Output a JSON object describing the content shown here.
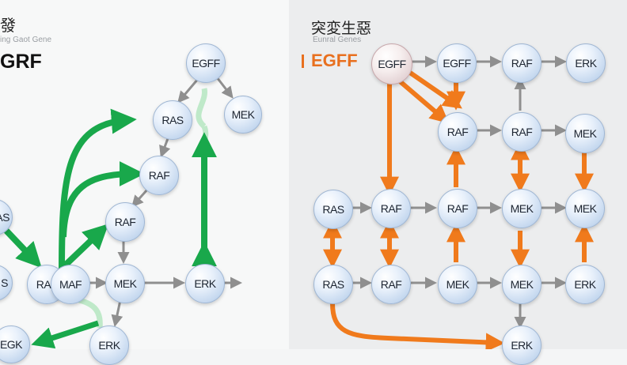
{
  "left": {
    "heading": "發",
    "subtitle": "ing Gaot Gene",
    "title": "GRF",
    "nodes": {
      "egff": "EGFF",
      "ras_top": "RAS",
      "mek_top": "MEK",
      "raf_1": "RAF",
      "raf_2": "RAF",
      "ras_edge": "RAS",
      "s_edge": "S",
      "raf_main": "RAF",
      "maf": "MAF",
      "mek_mid": "MEK",
      "erk_mid": "ERK",
      "egk": "EGK",
      "erk_bottom": "ERK"
    },
    "colors": {
      "green": "#19a84b",
      "light_green": "#bfe9c9",
      "gray": "#8f8f8f"
    }
  },
  "right": {
    "heading": "突変生惡",
    "subtitle": "Eunral Genes",
    "title": "EGFF",
    "nodes": {
      "r1_egff_hl": "EGFF",
      "r1_egff": "EGFF",
      "r1_raf": "RAF",
      "r1_erk": "ERK",
      "r2_raf_a": "RAF",
      "r2_raf_b": "RAF",
      "r2_mek": "MEK",
      "r3_ras": "RAS",
      "r3_raf_a": "RAF",
      "r3_raf_b": "RAF",
      "r3_mek_a": "MEK",
      "r3_mek_b": "MEK",
      "r4_ras": "RAS",
      "r4_raf": "RAF",
      "r4_mek_a": "MEK",
      "r4_mek_b": "MEK",
      "r4_erk": "ERK",
      "r5_erk": "ERK"
    },
    "colors": {
      "orange": "#f07a1c",
      "gray": "#8f8f8f"
    }
  }
}
